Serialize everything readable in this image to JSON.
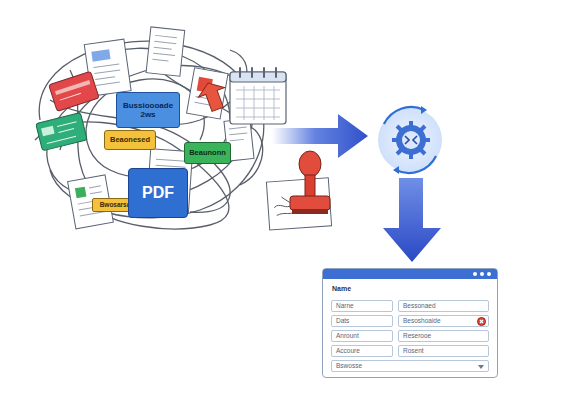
{
  "diagram": {
    "nodes": [
      {
        "text": [
          "Bussioooade 2ws"
        ]
      },
      {
        "text": [
          "Beaonesed"
        ]
      },
      {
        "text": [
          "Beaunonn"
        ]
      },
      {
        "text": [
          "Bwosarsa"
        ]
      },
      {
        "text": [
          "PDF"
        ]
      },
      {
        "text": [
          "Name"
        ]
      },
      {
        "text": [
          "Narne"
        ],
        "in": 5
      },
      {
        "text": [
          "Bessonaed"
        ],
        "in": 5
      },
      {
        "text": [
          "Dats"
        ],
        "in": 5
      },
      {
        "text": [
          "Besoshoaide"
        ],
        "in": 5
      },
      {
        "text": [
          "Anrount"
        ],
        "in": 5
      },
      {
        "text": [
          "Reserooe"
        ],
        "in": 5
      },
      {
        "text": [
          "Accoure"
        ],
        "in": 5
      },
      {
        "text": [
          "Rosent"
        ],
        "in": 5
      },
      {
        "text": [
          "Bswosse"
        ],
        "in": 5
      }
    ]
  }
}
